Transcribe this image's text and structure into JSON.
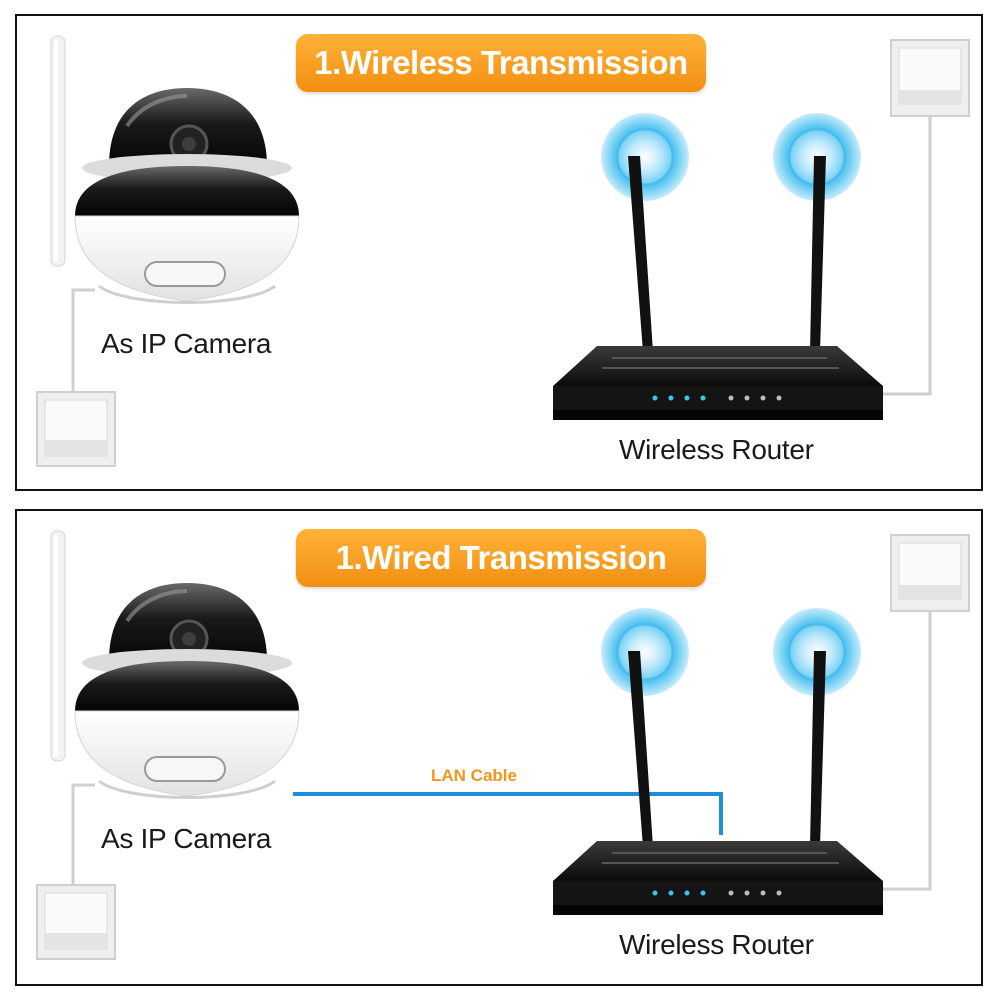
{
  "panels": [
    {
      "title": "1.Wireless Transmission",
      "camera_label": "As IP Camera",
      "router_label": "Wireless Router",
      "connection": "wireless"
    },
    {
      "title": "1.Wired Transmission",
      "camera_label": "As IP Camera",
      "router_label": "Wireless Router",
      "cable_label": "LAN Cable",
      "connection": "wired"
    }
  ],
  "colors": {
    "title_pill": "#f5a020",
    "lan_cable": "#1e8fd6",
    "lan_label": "#f0961a",
    "signal_glow": "#4fc3f0"
  }
}
